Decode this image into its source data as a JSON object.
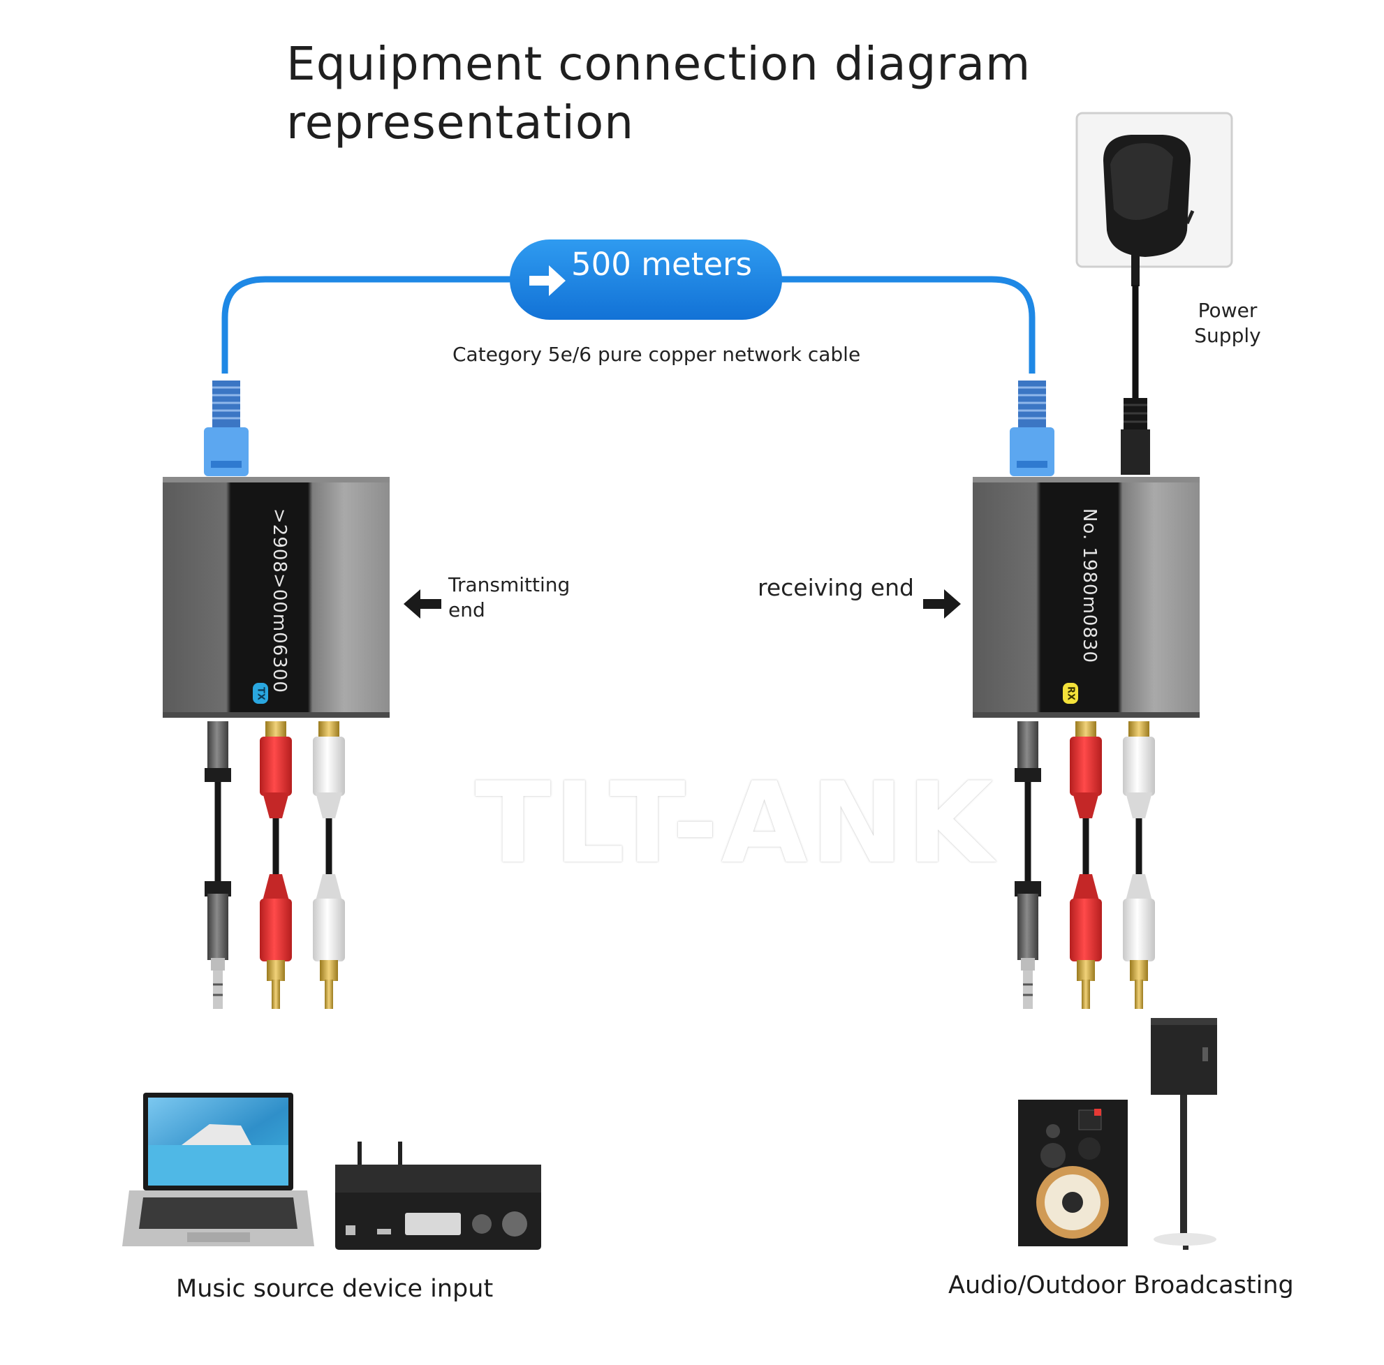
{
  "title": {
    "line1": "Equipment connection diagram",
    "line2": "representation"
  },
  "cable": {
    "distance_label": "500 meters",
    "cable_label": "Category 5e/6 pure copper network cable",
    "color": "#1e88e5"
  },
  "power": {
    "label_line1": "Power",
    "label_line2": "Supply"
  },
  "transmitter": {
    "label_line1": "Transmitting",
    "label_line2": "end",
    "model_text": ">2908>00m06300",
    "badge": "TX",
    "badge_color": "#2aa7e0"
  },
  "receiver": {
    "label": "receiving end",
    "model_text": "No. 1980m0830",
    "badge": "RX",
    "badge_color": "#f4e23a"
  },
  "watermark": "TLT-ANK",
  "source": {
    "label": "Music source device input",
    "icons": [
      "laptop-icon",
      "av-receiver-icon"
    ]
  },
  "output": {
    "label": "Audio/Outdoor Broadcasting",
    "icons": [
      "bookshelf-speaker-icon",
      "pole-speaker-icon"
    ]
  }
}
